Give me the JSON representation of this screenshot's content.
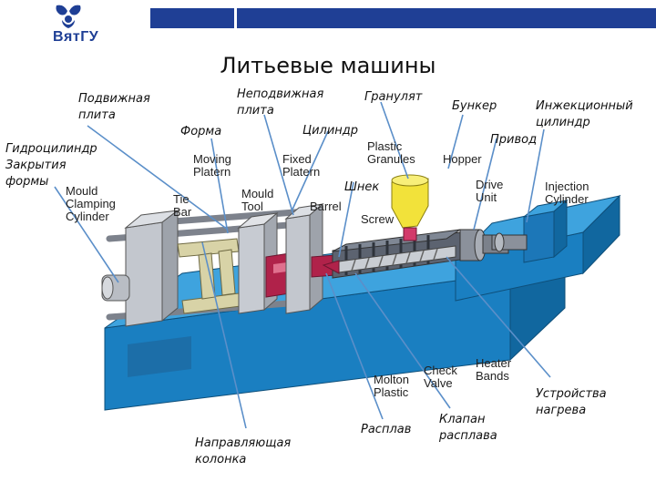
{
  "header": {
    "logo_text": "ВятГУ",
    "title": "Литьевые машины"
  },
  "labels_ru": {
    "moving_platen": "Подвижная\nплита",
    "fixed_platen": "Неподвижная\nплита",
    "granulate": "Гранулят",
    "hopper": "Бункер",
    "injection_cylinder": "Инжекционный\nцилиндр",
    "drive": "Привод",
    "mold": "Форма",
    "barrel": "Цилиндр",
    "clamp_cylinder": "Гидроцилиндр\nЗакрытия\nформы",
    "screw": "Шнек",
    "melt": "Расплав",
    "check_valve": "Клапан\nрасплава",
    "heaters": "Устройства\nнагрева",
    "tie_bar": "Направляющая\nколонка"
  },
  "labels_en": {
    "mould_clamping_cylinder": "Mould\nClamping\nCylinder",
    "tie_bar": "Tie\nBar",
    "moving_platen": "Moving\nPlatern",
    "mould_tool": "Mould\nTool",
    "fixed_platern": "Fixed\nPlatern",
    "barrel": "Barrel",
    "plastic_granules": "Plastic\nGranules",
    "hopper": "Hopper",
    "screw": "Screw",
    "drive_unit": "Drive\nUnit",
    "injection_cylinder": "Injection\nCylinder",
    "molton_plastic": "Molton\nPlastic",
    "check_valve": "Check\nValve",
    "heater_bands": "Heater\nBands"
  },
  "colors": {
    "brand_blue": "#1f3f95",
    "base_blue": "#1a7fc1",
    "frame_grey": "#b8bcc4",
    "mould_red": "#b0224a",
    "hopper_yellow": "#f2e23a"
  }
}
